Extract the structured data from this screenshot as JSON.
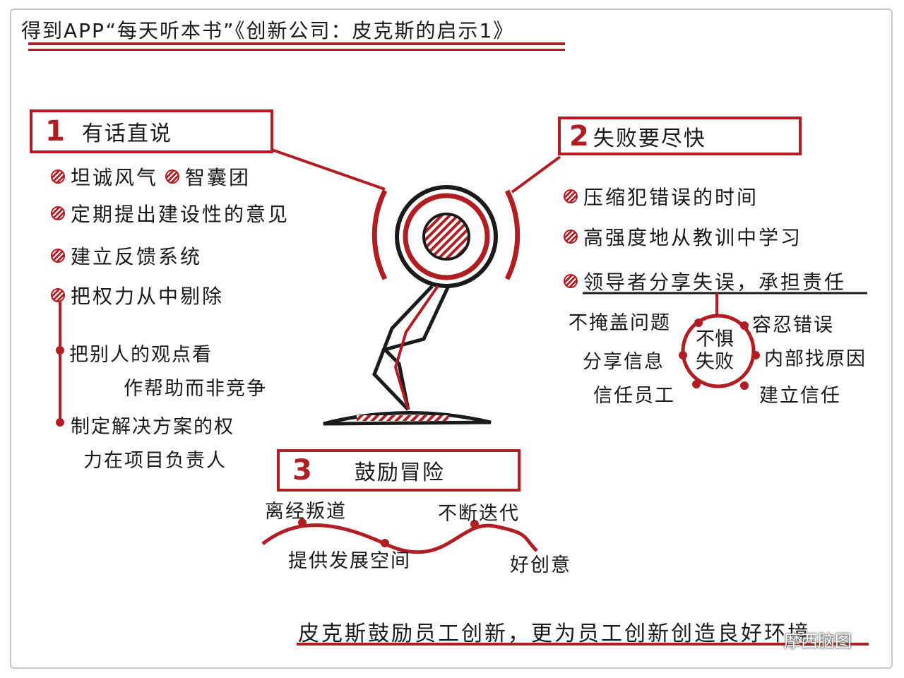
{
  "title": "得到APP“每天听本书”《创新公司：皮克斯的启示1》",
  "section1": {
    "num": "1",
    "label": "有话直说",
    "items": [
      "坦诚风气",
      "智囊团",
      "定期提出建设性的意见",
      "建立反馈系统",
      "把权力从中剔除"
    ],
    "sub": [
      "把别人的观点看",
      "作帮助而非竞争",
      "制定解决方案的权",
      "力在项目负责人"
    ]
  },
  "section2": {
    "num": "2",
    "label": "失败要尽快",
    "items": [
      "压缩犯错误的时间",
      "高强度地从教训中学习",
      "领导者分享失误，承担责任"
    ],
    "center": [
      "不惧",
      "失败"
    ],
    "spokes": [
      "不掩盖问题",
      "容忍错误",
      "分享信息",
      "内部找原因",
      "信任员工",
      "建立信任"
    ]
  },
  "section3": {
    "num": "3",
    "label": "鼓励冒险",
    "path": [
      "离经叛道",
      "不断迭代",
      "提供发展空间",
      "好创意"
    ]
  },
  "footer": "皮克斯鼓励员工创新，更为员工创新创造良好环境",
  "watermark": "摩西脑图",
  "colors": {
    "accent": "#b01e23",
    "ink": "#1a1a1a"
  }
}
